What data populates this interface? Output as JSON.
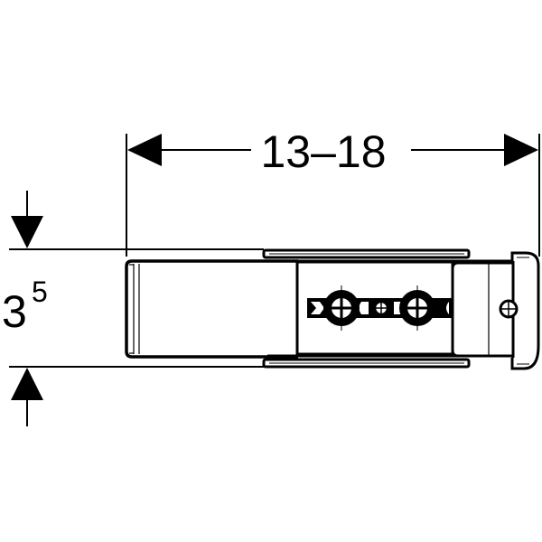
{
  "drawing": {
    "width_dimension": "13–18",
    "height_dimension_base": "3",
    "height_dimension_superscript": "5"
  },
  "colors": {
    "stroke": "#000000",
    "background": "#ffffff"
  }
}
